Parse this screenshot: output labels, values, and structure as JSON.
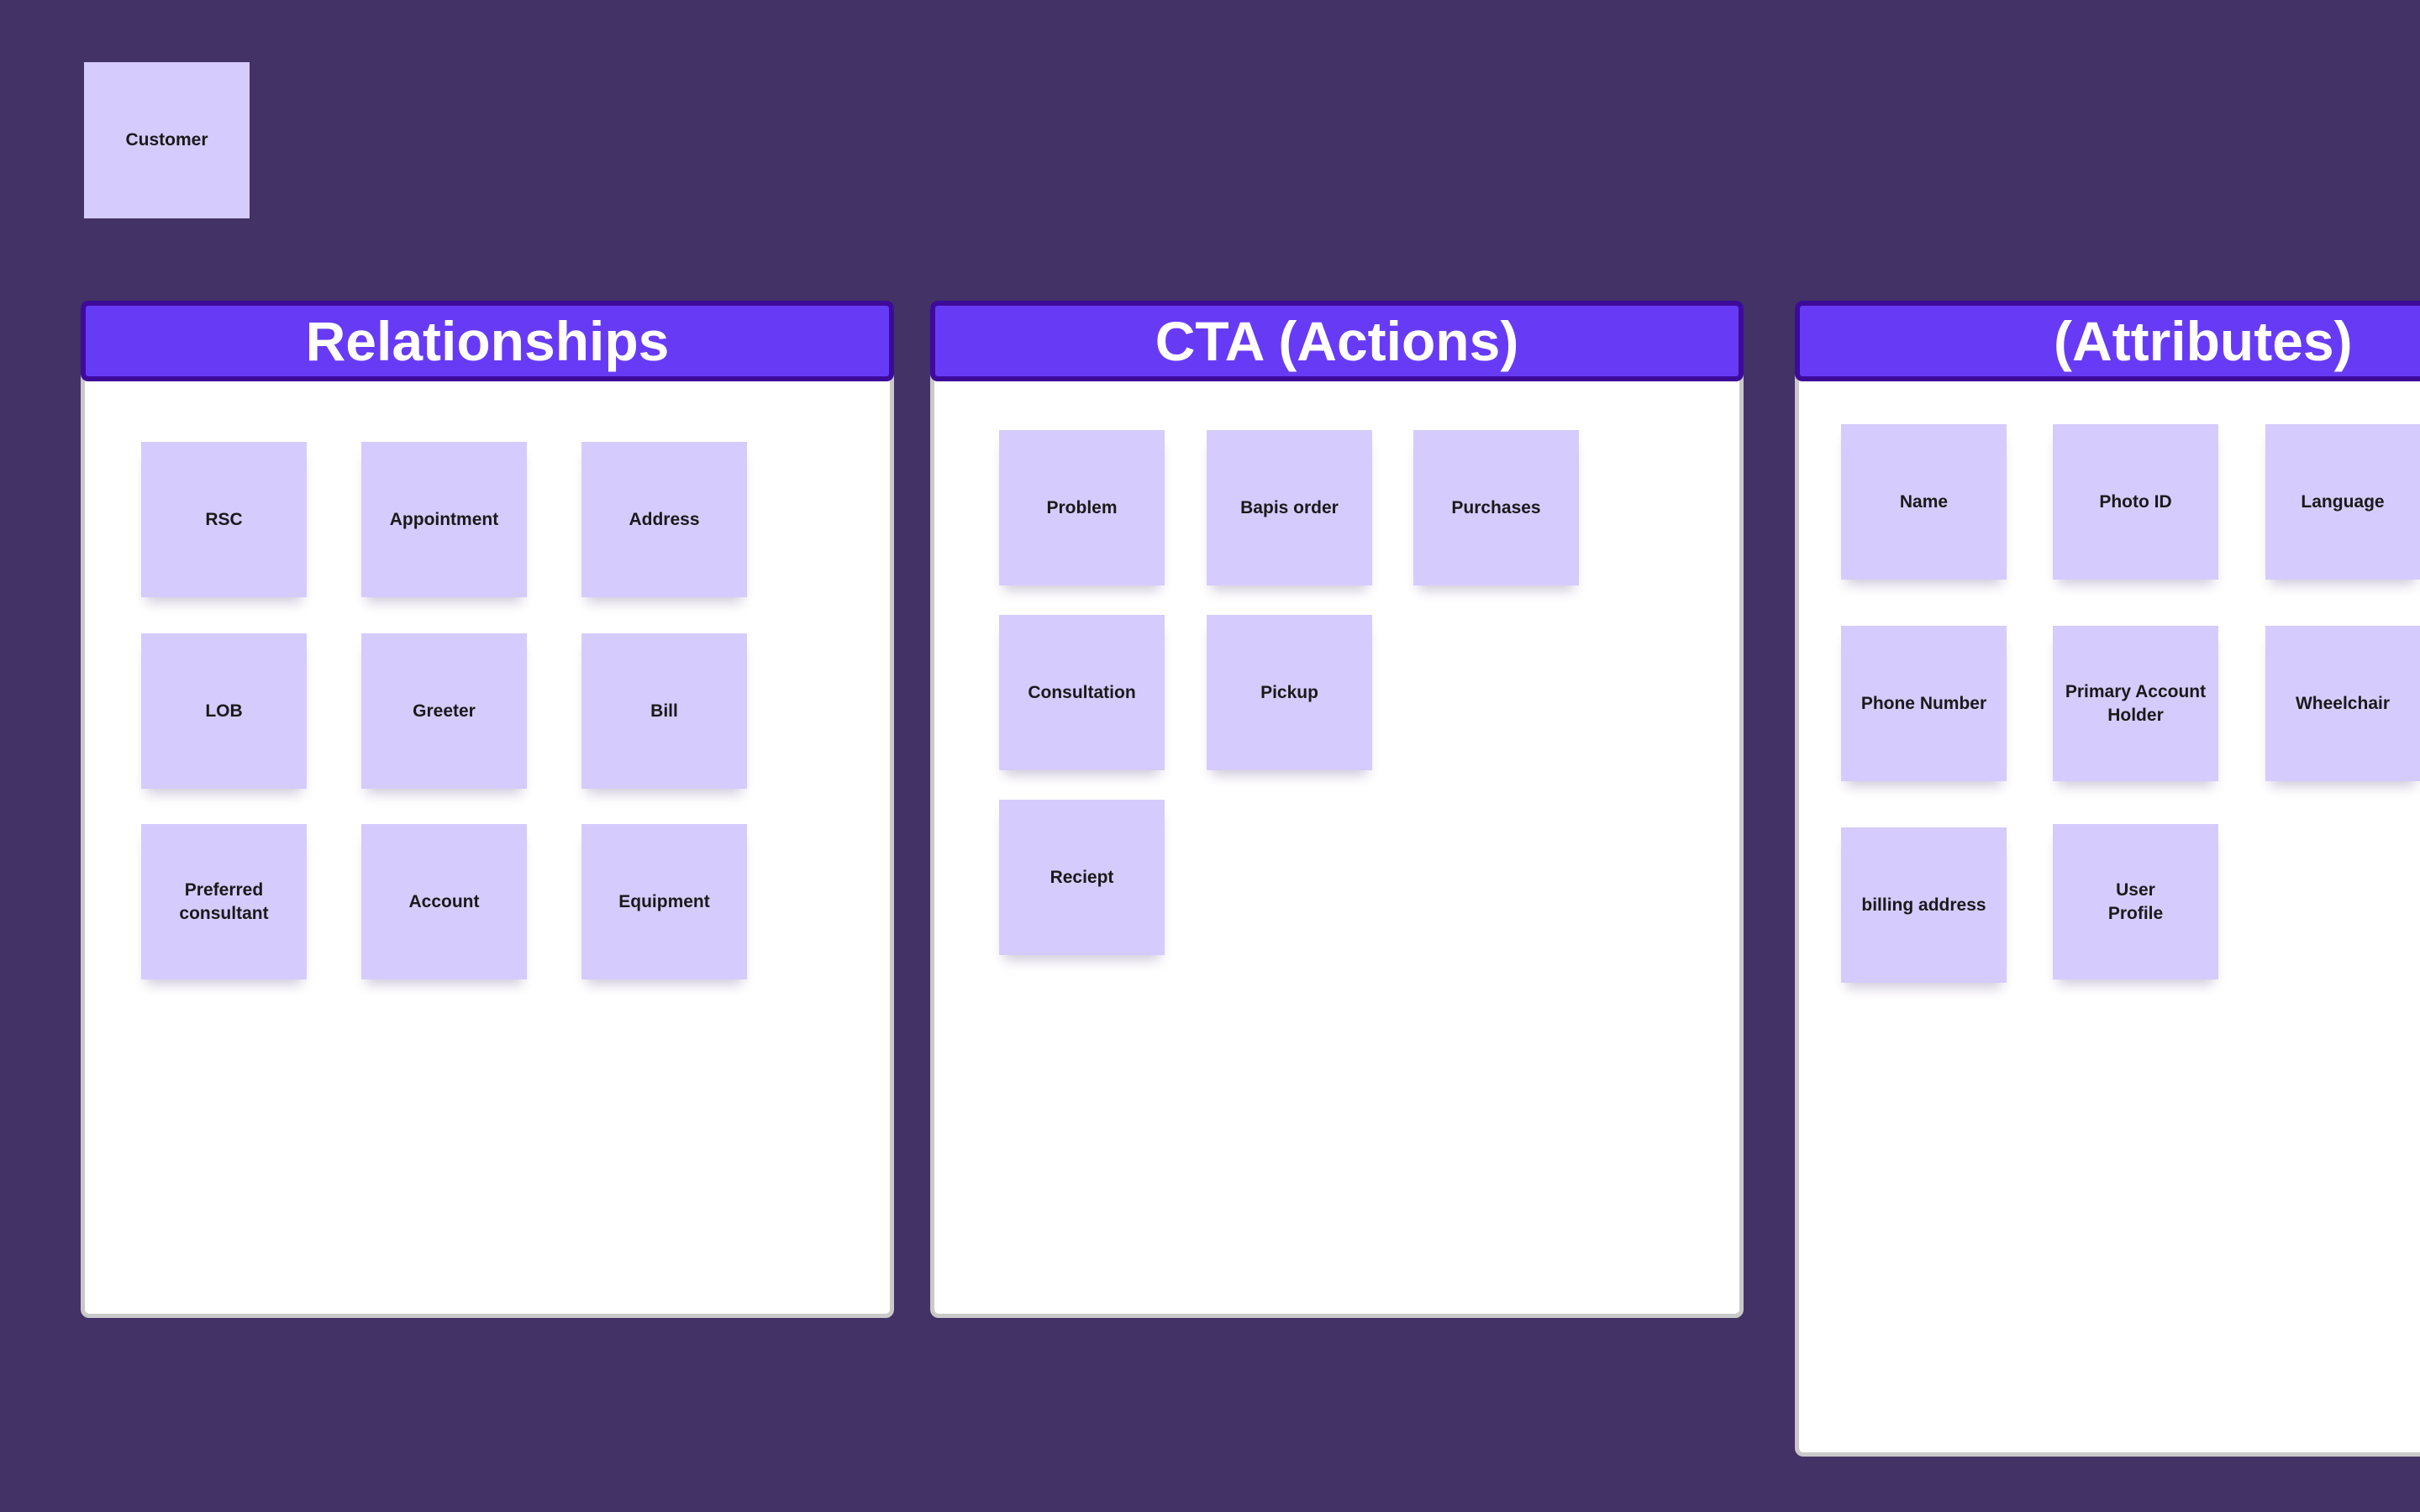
{
  "canvas": {
    "background_color": "#433266",
    "sticky_color": "#d6cbfd",
    "header_color": "#673bf6",
    "header_border_color": "#3d0b9a"
  },
  "customer_note": {
    "label": "Customer"
  },
  "frames": {
    "relationships": {
      "title": "Relationships",
      "notes": [
        {
          "label": "RSC"
        },
        {
          "label": "Appointment"
        },
        {
          "label": "Address"
        },
        {
          "label": "LOB"
        },
        {
          "label": "Greeter"
        },
        {
          "label": "Bill"
        },
        {
          "label": "Preferred consultant"
        },
        {
          "label": "Account"
        },
        {
          "label": "Equipment"
        }
      ]
    },
    "actions": {
      "title": "CTA (Actions)",
      "notes": [
        {
          "label": "Problem"
        },
        {
          "label": "Bapis order"
        },
        {
          "label": "Purchases"
        },
        {
          "label": "Consultation"
        },
        {
          "label": "Pickup"
        },
        {
          "label": "Reciept"
        }
      ]
    },
    "attributes": {
      "title": "(Attributes)",
      "notes": [
        {
          "label": "Name"
        },
        {
          "label": "Photo ID"
        },
        {
          "label": "Language"
        },
        {
          "label": "Phone Number"
        },
        {
          "label": "Primary Account Holder"
        },
        {
          "label": "Wheelchair"
        },
        {
          "label": "billing address"
        },
        {
          "label": "User Profile"
        }
      ]
    }
  }
}
